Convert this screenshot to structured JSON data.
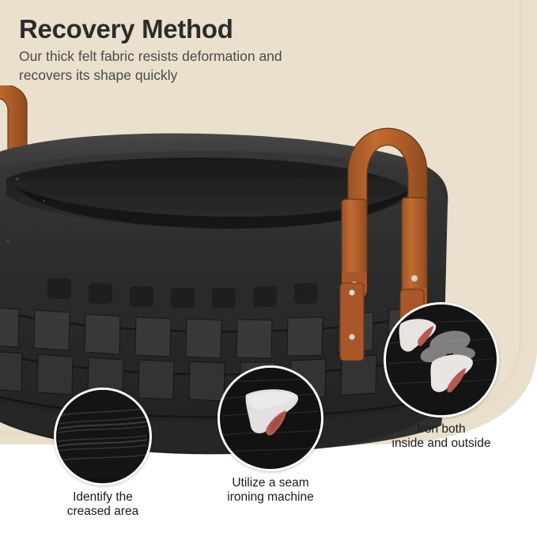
{
  "header": {
    "title": "Recovery Method",
    "subtitle": "Our thick felt fabric resists deformation and recovers its shape quickly"
  },
  "scene": {
    "product_name": "dark grey felt woven storage basket with tan leather handles",
    "background_color": "#e9dfcc",
    "basket_color": "#2f2f2f",
    "handle_color": "#b5622a"
  },
  "callouts": [
    {
      "id": "callout-1",
      "caption": "Identify the\ncreased area",
      "image_name": "creased-felt-closeup"
    },
    {
      "id": "callout-2",
      "caption": "Utilize a seam\nironing machine",
      "image_name": "seam-ironing-machine"
    },
    {
      "id": "callout-3",
      "caption": "Iron both\ninside and outside",
      "image_name": "ironing-both-sides"
    }
  ]
}
